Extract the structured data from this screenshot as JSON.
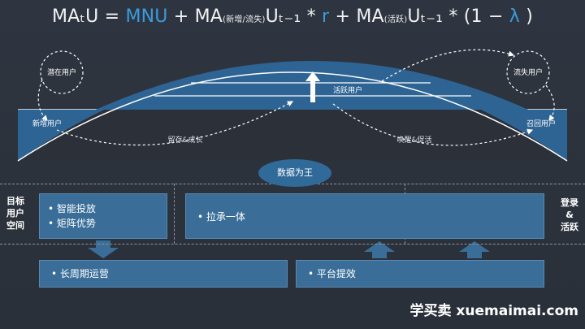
{
  "formula": {
    "lhs": "MAₜU = ",
    "mnu": "MNU",
    "plus1": " + MA",
    "sub_new_lost": "(新增/流失)",
    "u1": "Uₜ₋₁ * ",
    "r": "r",
    "plus2": " + MA",
    "sub_active": "(活跃)",
    "u2": "Uₜ₋₁ * (1 − ",
    "lambda": "λ",
    "close": " )"
  },
  "funnel": {
    "potential_users": "潜在用户",
    "lost_users": "流失用户",
    "new_users": "新增用户",
    "recall_users": "召回用户",
    "active_users": "活跃用户",
    "retain_grow": "留存&成长",
    "wake_promote": "唤醒&促活"
  },
  "center": {
    "data_is_king": "数据为王"
  },
  "left_label": "目标\n用户\n空间",
  "right_label": "登录\n&\n活跃",
  "boxes": {
    "smart_ads": [
      "智能投放",
      "矩阵优势"
    ],
    "integration": "拉承一体",
    "long_cycle": "长周期运营",
    "platform": "平台提效"
  },
  "watermark": "学买卖 xuemaimai.com"
}
